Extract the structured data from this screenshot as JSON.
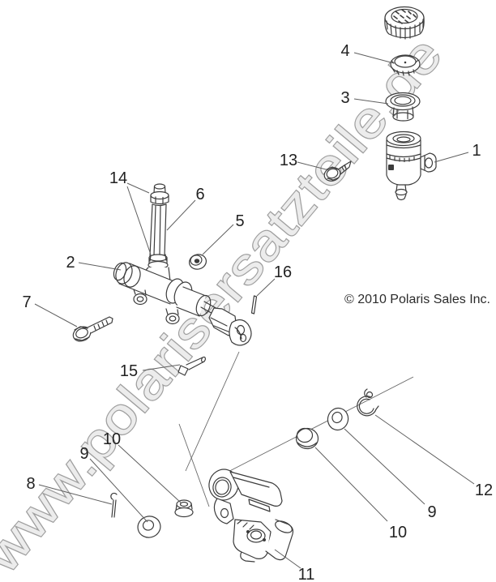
{
  "watermark": "www.polarisersatzteile.de",
  "copyright": "© 2010 Polaris Sales Inc.",
  "labels": {
    "c1": "1",
    "c2": "2",
    "c3": "3",
    "c4": "4",
    "c5": "5",
    "c6": "6",
    "c7": "7",
    "c8": "8",
    "c9": "9",
    "c10": "10",
    "c11": "11",
    "c12": "12",
    "c13": "13",
    "c14": "14",
    "c15": "15",
    "c16": "16"
  },
  "colors": {
    "background": "#ffffff",
    "line_art": "#3c3c3c",
    "leader_line": "#5f5f5f",
    "label_text": "#222222",
    "watermark_fill": "#ececec",
    "watermark_stroke": "#9f9f9f"
  }
}
